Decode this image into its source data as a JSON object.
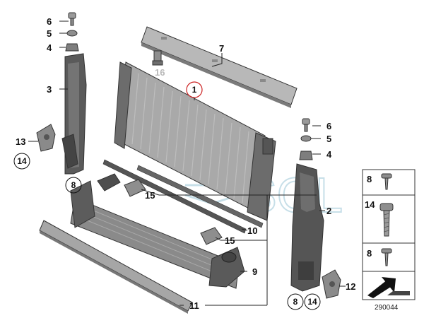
{
  "callouts": {
    "c1": "1",
    "c2": "2",
    "c3": "3",
    "c4a": "4",
    "c4b": "4",
    "c5a": "5",
    "c5b": "5",
    "c6a": "6",
    "c6b": "6",
    "c7": "7",
    "c8a": "8",
    "c8b": "8",
    "c9": "9",
    "c10": "10",
    "c11": "11",
    "c12": "12",
    "c13": "13",
    "c14a": "14",
    "c14b": "14",
    "c15a": "15",
    "c15b": "15",
    "c16": "16"
  },
  "legend": {
    "r1": "8",
    "r2": "14",
    "r3": "8"
  },
  "watermark": "SOL",
  "diagram_number": "290044",
  "colors": {
    "accent_circle": "#cc2222",
    "watermark": "#c7dfe8",
    "part_grey": "#8e8e8e",
    "part_dark": "#555555"
  }
}
